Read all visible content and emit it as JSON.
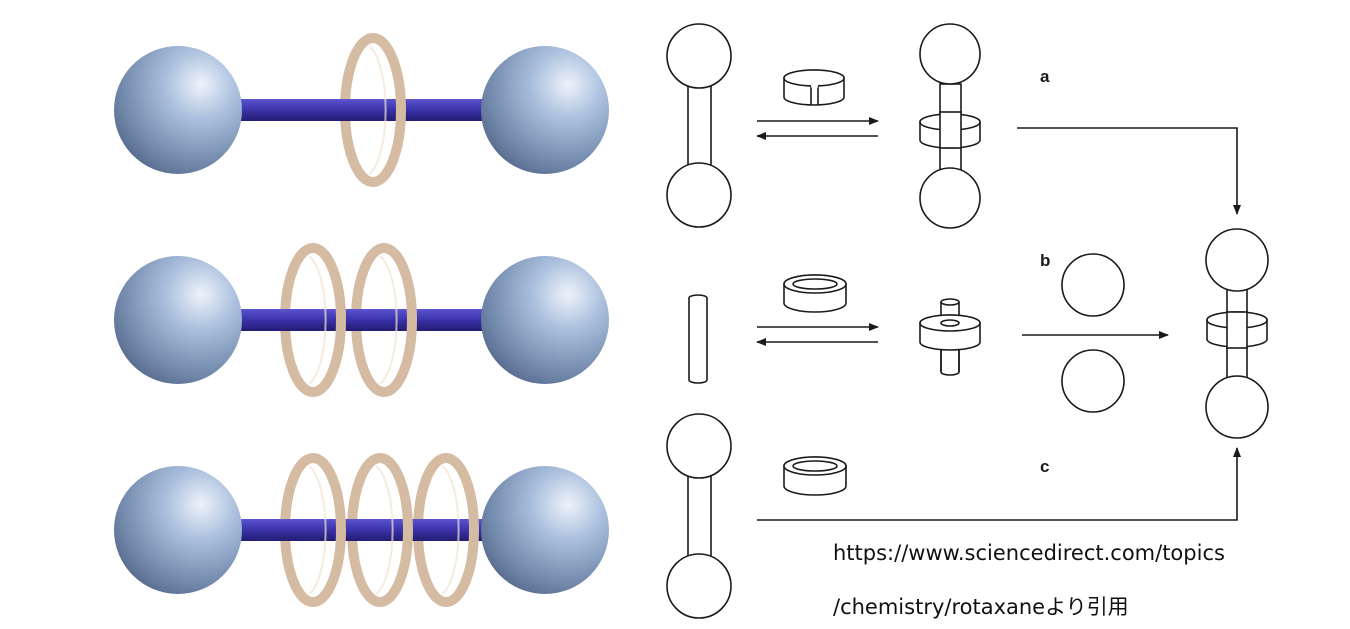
{
  "figure": {
    "labels": {
      "a": "a",
      "b": "b",
      "c": "c"
    },
    "colors": {
      "stopper": "#8ea6c9",
      "axle": "#3a32a8",
      "ring": "#d6bba3",
      "line": "#1a1a1a"
    },
    "models": [
      {
        "name": "rotaxane-one-ring",
        "rings": 1
      },
      {
        "name": "rotaxane-two-rings",
        "rings": 2
      },
      {
        "name": "rotaxane-three-rings",
        "rings": 3
      }
    ]
  },
  "caption": {
    "line1": "https://www.sciencedirect.com/topics",
    "line2": "/chemistry/rotaxaneより引用"
  }
}
